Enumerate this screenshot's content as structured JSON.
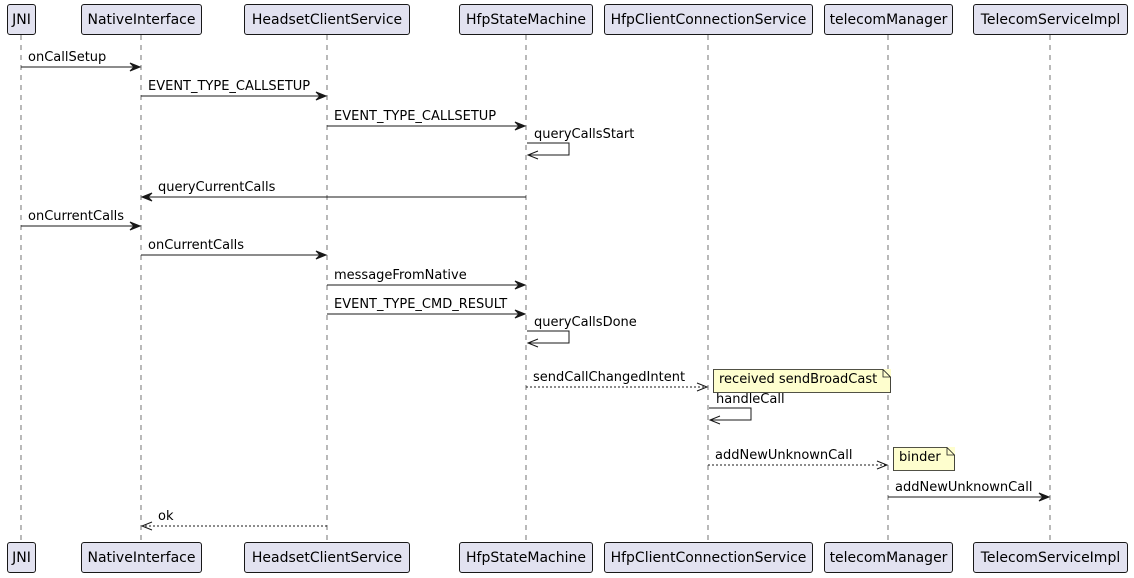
{
  "participants": [
    {
      "id": "jni",
      "label": "JNI"
    },
    {
      "id": "native",
      "label": "NativeInterface"
    },
    {
      "id": "headset",
      "label": "HeadsetClientService"
    },
    {
      "id": "hfpsm",
      "label": "HfpStateMachine"
    },
    {
      "id": "hfpconn",
      "label": "HfpClientConnectionService"
    },
    {
      "id": "telecom",
      "label": "telecomManager"
    },
    {
      "id": "tsi",
      "label": "TelecomServiceImpl"
    }
  ],
  "messages": [
    {
      "from": "jni",
      "to": "native",
      "label": "onCallSetup",
      "style": "solid"
    },
    {
      "from": "native",
      "to": "headset",
      "label": "EVENT_TYPE_CALLSETUP",
      "style": "solid"
    },
    {
      "from": "headset",
      "to": "hfpsm",
      "label": "EVENT_TYPE_CALLSETUP",
      "style": "solid"
    },
    {
      "from": "hfpsm",
      "to": "hfpsm",
      "label": "queryCallsStart",
      "style": "solid"
    },
    {
      "from": "hfpsm",
      "to": "native",
      "label": "queryCurrentCalls",
      "style": "solid"
    },
    {
      "from": "jni",
      "to": "native",
      "label": "onCurrentCalls",
      "style": "solid"
    },
    {
      "from": "native",
      "to": "headset",
      "label": "onCurrentCalls",
      "style": "solid"
    },
    {
      "from": "headset",
      "to": "hfpsm",
      "label": "messageFromNative",
      "style": "solid"
    },
    {
      "from": "headset",
      "to": "hfpsm",
      "label": "EVENT_TYPE_CMD_RESULT",
      "style": "solid"
    },
    {
      "from": "hfpsm",
      "to": "hfpsm",
      "label": "queryCallsDone",
      "style": "solid"
    },
    {
      "from": "hfpsm",
      "to": "hfpconn",
      "label": "sendCallChangedIntent",
      "style": "dashed",
      "note": "received sendBroadCast"
    },
    {
      "from": "hfpconn",
      "to": "hfpconn",
      "label": "handleCall",
      "style": "solid"
    },
    {
      "from": "hfpconn",
      "to": "telecom",
      "label": "addNewUnknownCall",
      "style": "dashed",
      "note": "binder"
    },
    {
      "from": "telecom",
      "to": "tsi",
      "label": "addNewUnknownCall",
      "style": "solid"
    },
    {
      "from": "headset",
      "to": "native",
      "label": "ok",
      "style": "dashed"
    }
  ],
  "colors": {
    "participant_fill": "#e2e2f0",
    "line": "#181818",
    "note_fill": "#fefece"
  }
}
